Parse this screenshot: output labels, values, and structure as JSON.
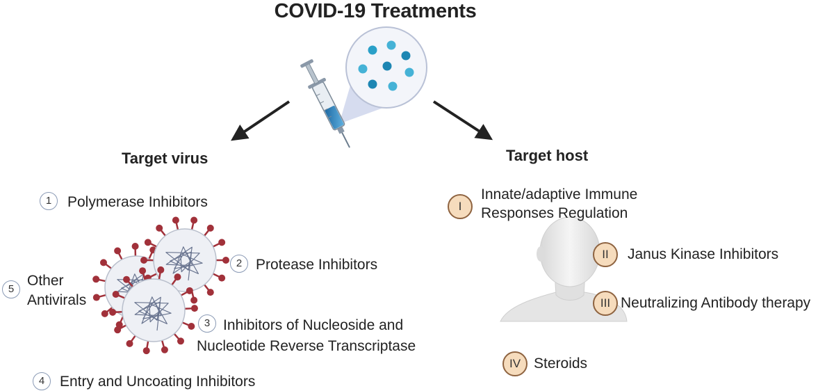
{
  "title": "COVID-19 Treatments",
  "left": {
    "heading": "Target virus",
    "items": [
      {
        "badge": "1",
        "label": "Polymerase Inhibitors"
      },
      {
        "badge": "2",
        "label": "Protease Inhibitors"
      },
      {
        "badge": "3",
        "label_line1": "Inhibitors of Nucleoside and",
        "label_line2": "Nucleotide Reverse Transcriptase"
      },
      {
        "badge": "4",
        "label": "Entry and Uncoating Inhibitors"
      },
      {
        "badge": "5",
        "label_line1": "Other",
        "label_line2": "Antivirals"
      }
    ]
  },
  "right": {
    "heading": "Target host",
    "items": [
      {
        "badge": "I",
        "label_line1": "Innate/adaptive Immune",
        "label_line2": "Responses Regulation"
      },
      {
        "badge": "II",
        "label": "Janus Kinase Inhibitors"
      },
      {
        "badge": "III",
        "label": "Neutralizing Antibody therapy"
      },
      {
        "badge": "IV",
        "label": "Steroids"
      }
    ]
  },
  "colors": {
    "virus_badge_border": "#8a9ab5",
    "host_badge_fill": "#f6dcbd",
    "host_badge_border": "#8e6340",
    "spike": "#a1313a",
    "syringe_liquid": "#2f7fb8",
    "particle": "#2a9fc9"
  }
}
